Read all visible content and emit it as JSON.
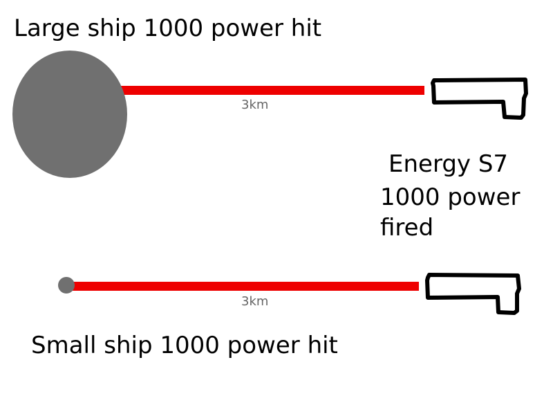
{
  "labels": {
    "large_ship": "Large ship 1000 power hit",
    "small_ship": "Small ship 1000 power hit",
    "weapon_name": "Energy S7",
    "weapon_power_line1": "1000 power",
    "weapon_power_line2": "fired"
  },
  "distances": {
    "top": "3km",
    "bottom": "3km"
  },
  "colors": {
    "beam": "#ee0000",
    "ship": "#707070",
    "text": "#000000",
    "distance_text": "#666666",
    "gun_outline": "#000000"
  },
  "icons": {
    "large_ship": "large-ship-circle",
    "small_ship": "small-ship-circle",
    "weapon": "gun-outline"
  }
}
